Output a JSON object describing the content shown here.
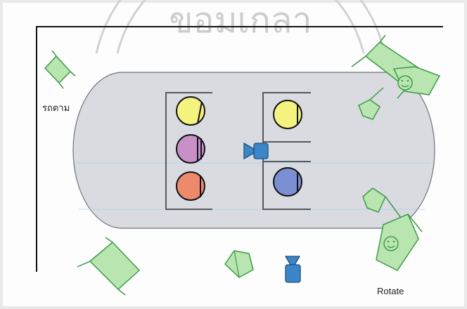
{
  "watermark": {
    "text": "ขอมเกลา"
  },
  "labels": {
    "top_left_vehicle": "รถตาม",
    "bottom_right": "Rotate"
  },
  "colors": {
    "table_fill": "#d9dbe0",
    "table_stroke": "#6e7378",
    "rail": "#55595c",
    "yellow": "#f4f380",
    "purple": "#c890c8",
    "salmon": "#ee8a6c",
    "blue": "#7a90d2",
    "camera_blue": "#3a86c8",
    "figure_green": "#b9e6b0",
    "figure_stroke": "#3e9a48",
    "guide_line": "#9fd3f2"
  },
  "icons": {
    "dolly_camera": "camera-icon",
    "on_table_camera": "video-camera-icon",
    "front_camera": "camera-stand-icon",
    "person": "person-icon"
  }
}
